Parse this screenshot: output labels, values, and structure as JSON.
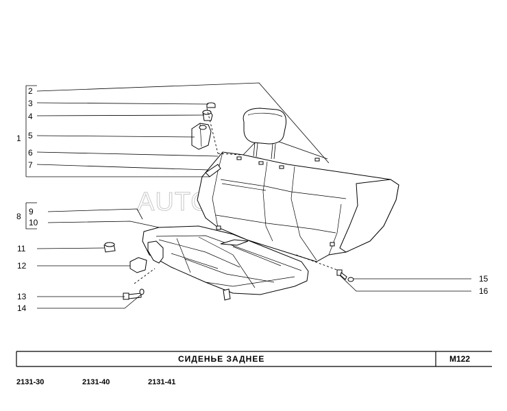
{
  "watermark": "AUTOPITER.RU",
  "footer": {
    "title": "СИДЕНЬЕ   ЗАДНЕЕ",
    "code": "М122",
    "models": [
      "2131-30",
      "2131-40",
      "2131-41"
    ]
  },
  "callouts": [
    "1",
    "2",
    "3",
    "4",
    "5",
    "6",
    "7",
    "8",
    "9",
    "10",
    "11",
    "12",
    "13",
    "14",
    "15",
    "16"
  ]
}
